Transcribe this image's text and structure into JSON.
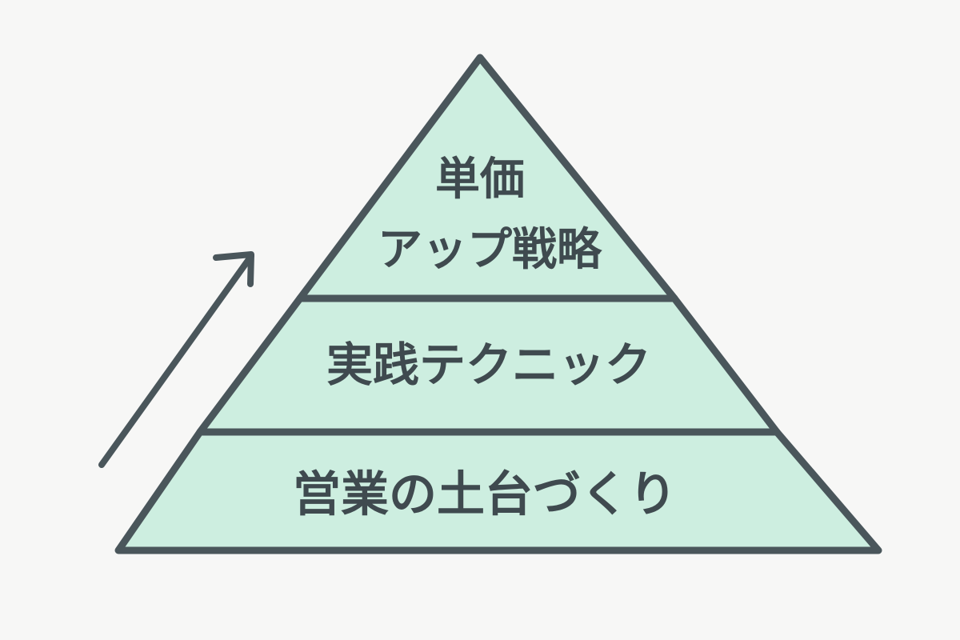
{
  "diagram": {
    "type": "pyramid",
    "tiers": [
      {
        "id": "top",
        "lines": [
          "単価",
          "アップ戦略"
        ]
      },
      {
        "id": "middle",
        "lines": [
          "実践テクニック"
        ]
      },
      {
        "id": "base",
        "lines": [
          "営業の土台づくり"
        ]
      }
    ],
    "arrow": {
      "direction": "up-right"
    }
  },
  "colors": {
    "background": "#f7f7f6",
    "fill": "#cdeee0",
    "stroke": "#4a565b",
    "text": "#3f4a4f"
  }
}
